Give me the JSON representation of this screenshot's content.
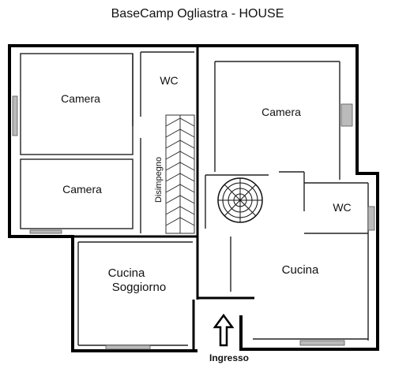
{
  "title": "BaseCamp Ogliastra - HOUSE",
  "rooms": {
    "camera_top_left": "Camera",
    "camera_bottom_left": "Camera",
    "wc_left": "WC",
    "disimpegno": "Disimpegno",
    "cucina_soggiorno_line1": "Cucina",
    "cucina_soggiorno_line2": "Soggiorno",
    "camera_right": "Camera",
    "wc_right": "WC",
    "cucina_right": "Cucina",
    "ingresso": "Ingresso"
  },
  "icons": {
    "fan": "ceiling-fan-icon",
    "entrance_arrow": "up-arrow-icon"
  }
}
